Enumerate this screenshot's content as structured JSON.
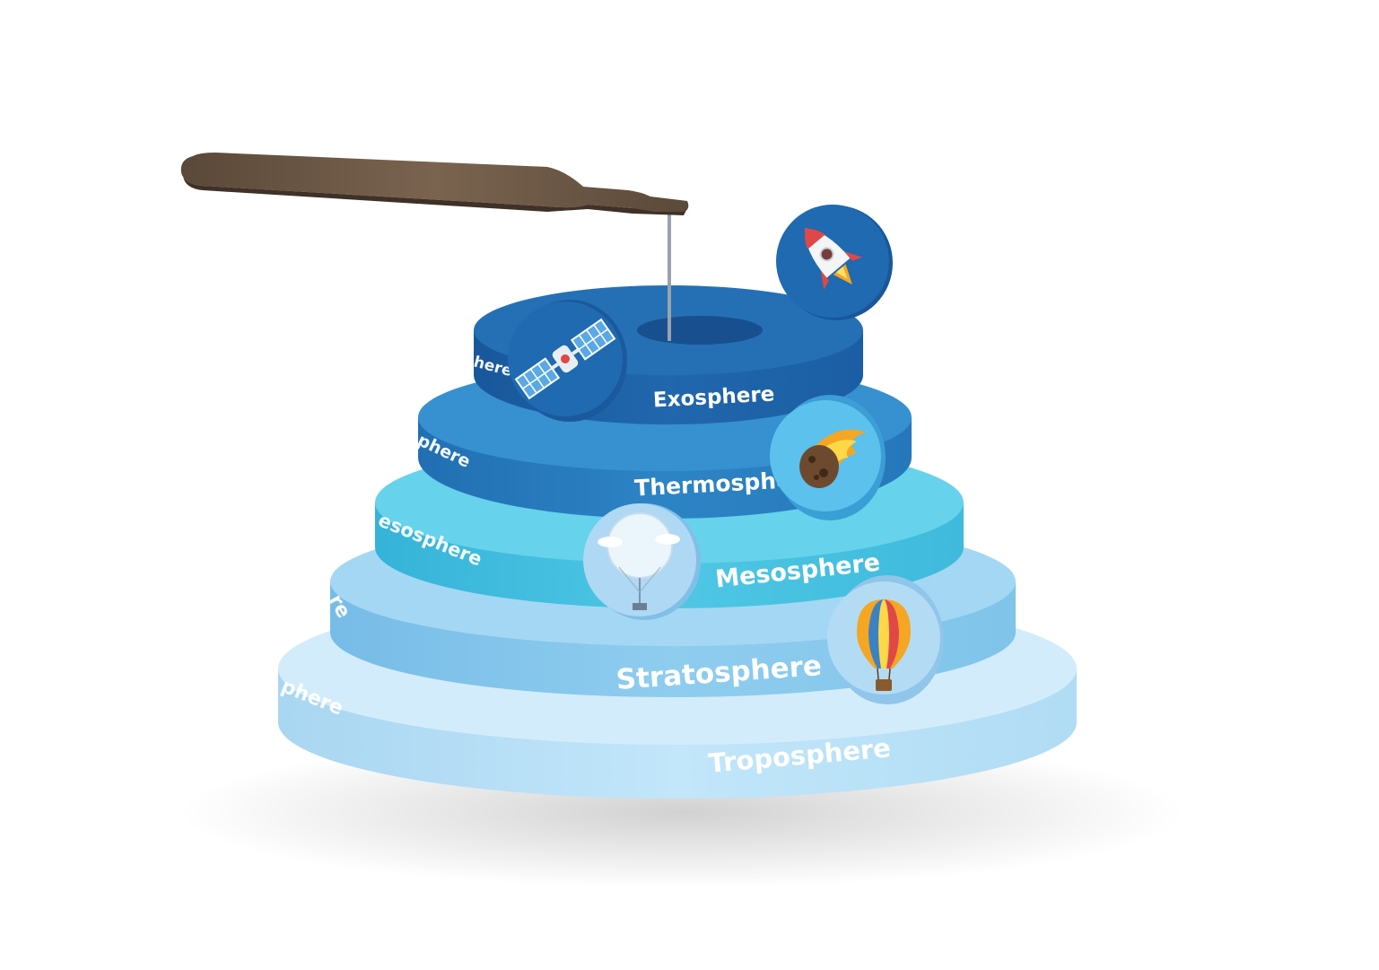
{
  "layers": [
    {
      "id": "troposphere",
      "label": "Troposphere",
      "side_label": "phere",
      "color": "#bfe3f7"
    },
    {
      "id": "stratosphere",
      "label": "Stratosphere",
      "side_label": "re",
      "color": "#8dcbee"
    },
    {
      "id": "mesosphere",
      "label": "Mesosphere",
      "side_label": "esosphere",
      "color": "#4cc4e3"
    },
    {
      "id": "thermosphere",
      "label": "Thermosphe",
      "side_label": "phere",
      "color": "#2b7fc0"
    },
    {
      "id": "exosphere",
      "label": "Exosphere",
      "side_label": "here",
      "color": "#1e63a8"
    }
  ],
  "icons": [
    {
      "id": "rocket",
      "name": "rocket-icon"
    },
    {
      "id": "satellite",
      "name": "satellite-icon"
    },
    {
      "id": "meteor",
      "name": "meteor-icon"
    },
    {
      "id": "weather",
      "name": "weather-balloon-icon"
    },
    {
      "id": "hot-air",
      "name": "hot-air-balloon-icon"
    }
  ],
  "colors": {
    "wood": "#6e5a49",
    "disk_bg": "#1e63a8"
  }
}
